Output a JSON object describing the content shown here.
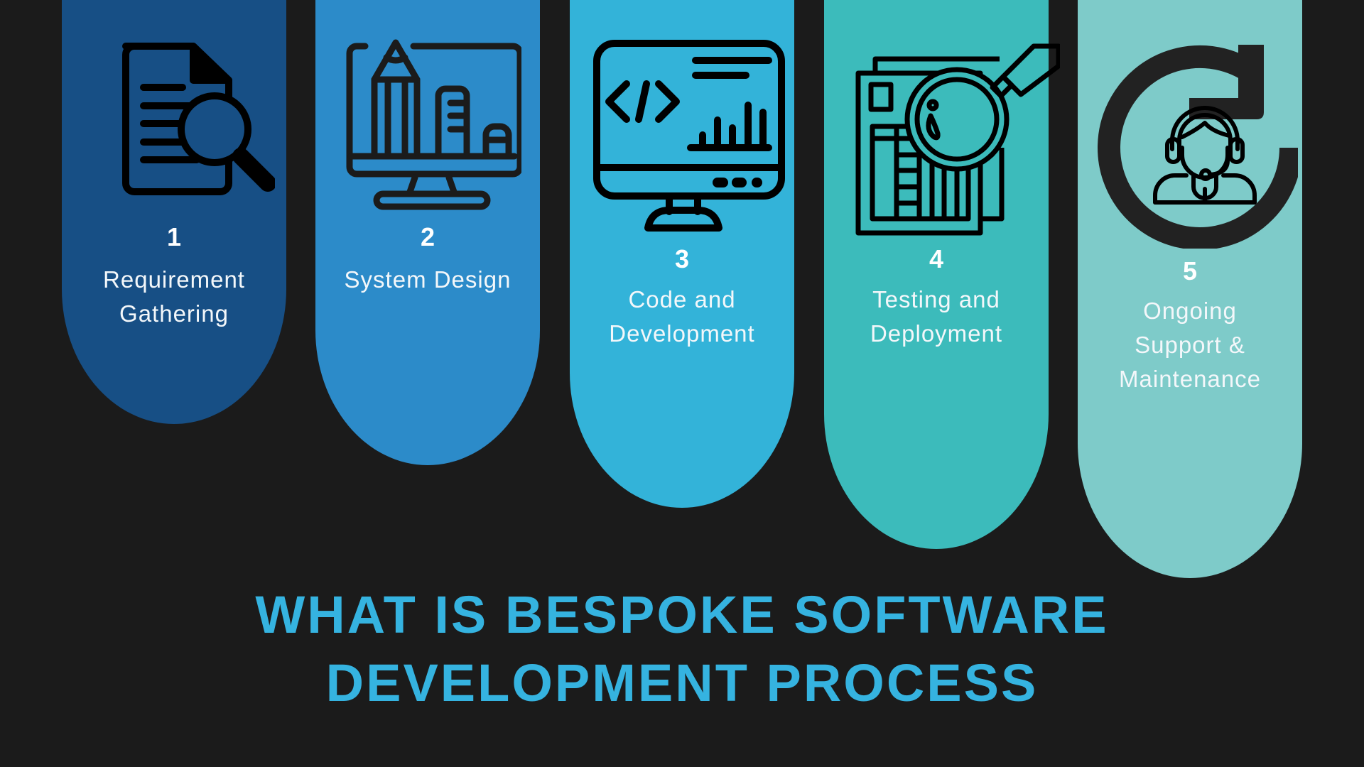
{
  "title": "WHAT IS BESPOKE SOFTWARE\nDEVELOPMENT PROCESS",
  "colors": {
    "background": "#1b1b1b",
    "title": "#35b3e0",
    "step_1": "#174f85",
    "step_2": "#2c8bc9",
    "step_3": "#33b3d9",
    "step_4": "#3cbbbb",
    "step_5": "#7ecbc9"
  },
  "steps": [
    {
      "number": "1",
      "label": "Requirement\nGathering",
      "icon": "document-search-icon"
    },
    {
      "number": "2",
      "label": "System Design",
      "icon": "monitor-design-icon"
    },
    {
      "number": "3",
      "label": "Code and\nDevelopment",
      "icon": "monitor-code-icon"
    },
    {
      "number": "4",
      "label": "Testing and\nDeployment",
      "icon": "document-inspect-icon"
    },
    {
      "number": "5",
      "label": "Ongoing\nSupport &\nMaintenance",
      "icon": "support-agent-refresh-icon"
    }
  ]
}
